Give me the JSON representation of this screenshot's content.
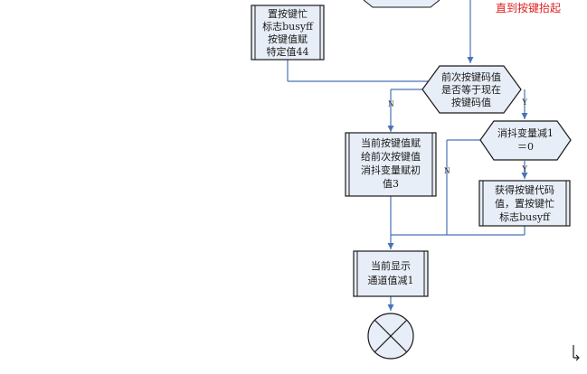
{
  "flowchart": {
    "top_right_note": "直到按键抬起",
    "box_set_busy": [
      "置按键忙",
      "标志busyff",
      "按键值赋",
      "特定值44"
    ],
    "decision_compare": [
      "前次按键码值",
      "是否等于现在",
      "按键码值"
    ],
    "box_assign_prev": [
      "当前按键值赋",
      "给前次按键值",
      "消抖变量赋初",
      "值3"
    ],
    "decision_debounce": [
      "消抖变量减1",
      "＝0"
    ],
    "box_get_code": [
      "获得按键代码",
      "值，置按键忙",
      "标志busyff"
    ],
    "box_decrement_channel": [
      "当前显示",
      "通道值减1"
    ],
    "labels": {
      "n1": "N",
      "y1": "Y",
      "n2": "N",
      "y2": "Y"
    },
    "end_symbol": "connector-x",
    "colors": {
      "box_fill": "#e8eef7",
      "box_stroke": "#1a1a1a",
      "arrow": "#4a72b8",
      "note": "#e02020"
    }
  }
}
